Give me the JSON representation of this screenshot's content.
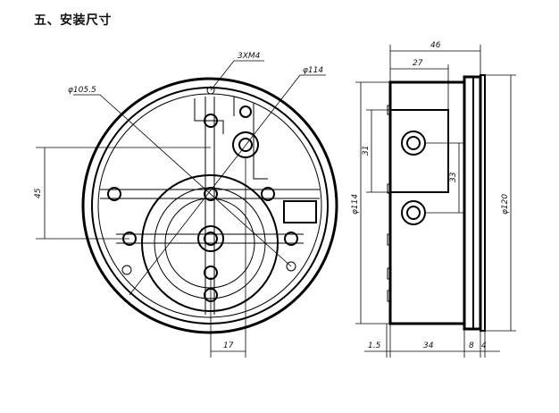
{
  "heading": "五、安装尺寸",
  "front_view": {
    "labels": {
      "screw": "3XM4",
      "dia_inner": "φ105.5",
      "dia_outer": "φ114",
      "height_45": "45",
      "offset_17": "17"
    }
  },
  "side_view": {
    "labels": {
      "width_total": "46",
      "width_27": "27",
      "height_31": "31",
      "height_33": "33",
      "dia_114": "φ114",
      "dia_120": "φ120",
      "bottom_1_5": "1.5",
      "bottom_34": "34",
      "bottom_8": "8",
      "bottom_4": "4"
    }
  }
}
